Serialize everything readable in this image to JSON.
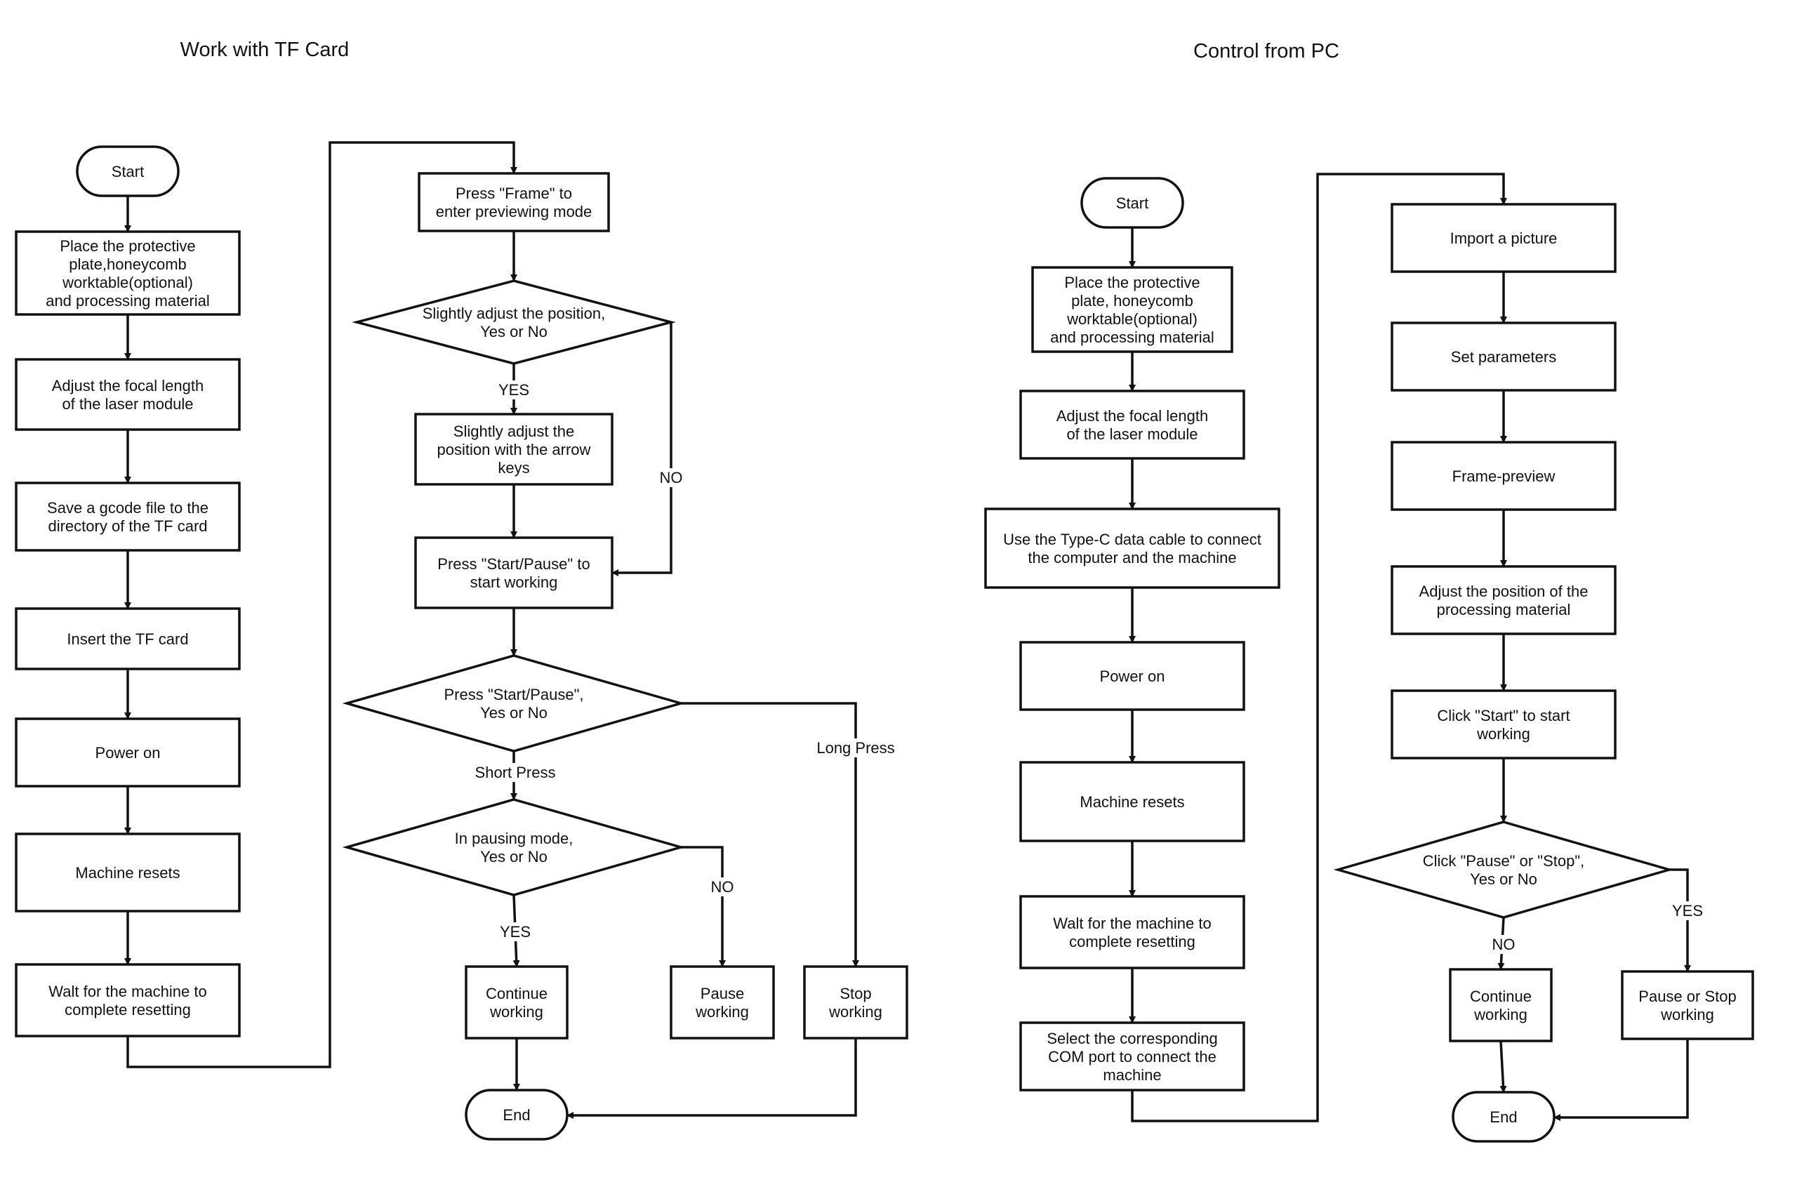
{
  "titles": {
    "left": "Work with TF Card",
    "right": "Control from PC"
  },
  "nodes": {
    "a_start": [
      "Start"
    ],
    "a_place": [
      "Place the protective",
      "plate,honeycomb",
      "worktable(optional)",
      "and processing material"
    ],
    "a_focal": [
      "Adjust the focal length",
      "of the laser module"
    ],
    "a_save": [
      "Save a gcode file to the",
      "directory of the TF card"
    ],
    "a_insert": [
      "Insert the TF card"
    ],
    "a_power": [
      "Power on"
    ],
    "a_reset": [
      "Machine resets"
    ],
    "a_wait": [
      "Walt for the machine to",
      "complete resetting"
    ],
    "a_frame": [
      "Press \"Frame\" to",
      "enter previewing mode"
    ],
    "a_dec1": [
      "Slightly adjust the position,",
      "Yes or No"
    ],
    "a_arrow": [
      "Slightly adjust the",
      "position with the arrow",
      "keys"
    ],
    "a_startp": [
      "Press \"Start/Pause\"  to",
      "start working"
    ],
    "a_dec2": [
      "Press \"Start/Pause\",",
      "Yes or No"
    ],
    "a_dec3": [
      "In pausing mode,",
      "Yes or No"
    ],
    "a_cont": [
      "Continue",
      "working"
    ],
    "a_pause": [
      "Pause",
      "working"
    ],
    "a_stop": [
      "Stop",
      "working"
    ],
    "a_end": [
      "End"
    ],
    "b_start": [
      "Start"
    ],
    "b_place": [
      "Place the protective",
      "plate, honeycomb",
      "worktable(optional)",
      "and processing material"
    ],
    "b_focal": [
      "Adjust the focal length",
      "of the laser module"
    ],
    "b_cable": [
      "Use the Type-C data cable to connect",
      "the computer and the machine"
    ],
    "b_power": [
      "Power on"
    ],
    "b_reset": [
      "Machine resets"
    ],
    "b_wait": [
      "Walt for the machine to",
      "complete resetting"
    ],
    "b_com": [
      "Select the corresponding",
      "COM port to connect the",
      "machine"
    ],
    "b_import": [
      "Import a picture"
    ],
    "b_params": [
      "Set parameters"
    ],
    "b_frame": [
      "Frame-preview"
    ],
    "b_adjust": [
      "Adjust the position of the",
      "processing material"
    ],
    "b_click": [
      "Click \"Start\" to start",
      "working"
    ],
    "b_dec": [
      "Click \"Pause\" or \"Stop\",",
      "Yes or No"
    ],
    "b_cont": [
      "Continue",
      "working"
    ],
    "b_pstop": [
      "Pause or Stop",
      "working"
    ],
    "b_end": [
      "End"
    ]
  },
  "edge_labels": {
    "a_yes1": "YES",
    "a_no1": "NO",
    "a_short": "Short Press",
    "a_long": "Long Press",
    "a_yes2": "YES",
    "a_no2": "NO",
    "b_no": "NO",
    "b_yes": "YES"
  }
}
